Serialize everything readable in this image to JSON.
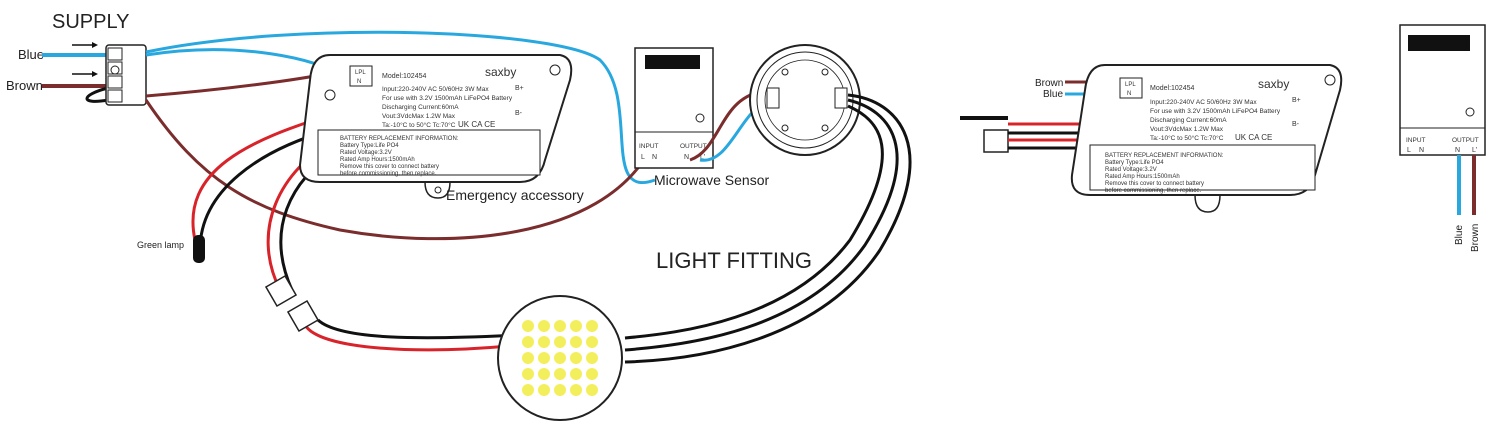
{
  "labels": {
    "supply": "SUPPLY",
    "blue": "Blue",
    "brown": "Brown",
    "green_lamp": "Green lamp",
    "emergency_accessory": "Emergency accessory",
    "microwave_sensor": "Microwave Sensor",
    "light_fitting": "LIGHT FITTING"
  },
  "module": {
    "lpl": "LPL",
    "n": "N",
    "model": "Model:102454",
    "brand": "saxby",
    "input": "Input:220-240V AC 50/60Hz 3W Max",
    "battery_use": "For use with 3.2V 1500mAh LiFePO4 Battery",
    "discharging": "Discharging Current:60mA",
    "vout": "Vout:3VdcMax 1.2W Max",
    "ta": "Ta:-10°C to 50°C Tc:70°C",
    "marks": "UK CA  CE",
    "batt_title": "BATTERY REPLACEMENT INFORMATION:",
    "batt_type": "Battery Type:Life PO4",
    "batt_voltage": "Rated Voltage:3.2V",
    "batt_amp": "Rated Amp Hours:1500mAh",
    "batt_remove1": "Remove this cover to connect battery",
    "batt_remove2": "before commissioning, then replace.",
    "tag_b_plus": "B+",
    "tag_b_minus": "B-"
  },
  "module2": {
    "model": "Model:102454"
  },
  "sensor": {
    "input": "INPUT",
    "output": "OUTPUT",
    "l": "L",
    "n": "N",
    "n_out": "N",
    "l_out": "L'"
  },
  "colors": {
    "blue_wire": "#29a8df",
    "brown_wire": "#7b2d2d",
    "red_wire": "#d8232a",
    "black_wire": "#111111",
    "led": "#f3ef5c"
  }
}
